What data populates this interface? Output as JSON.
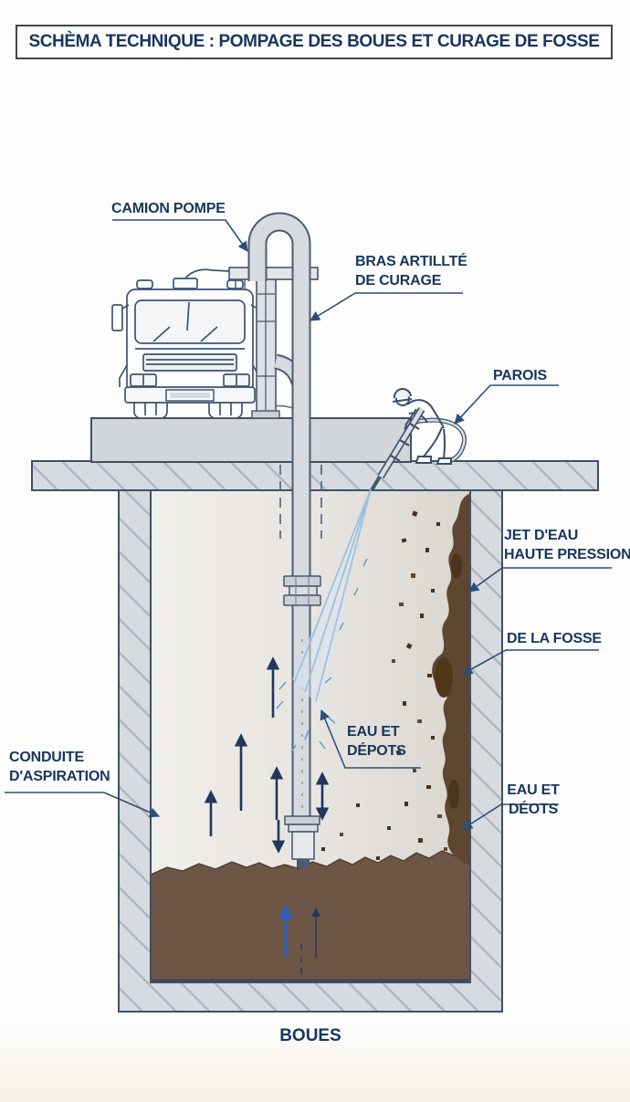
{
  "title": "SCHÈMA TECHNIQUE : POMPAGE DES BOUES ET CURAGE DE FOSSE",
  "labels": {
    "camion_pompe": {
      "lines": [
        "CAMION POMPE"
      ]
    },
    "bras_curage": {
      "lines": [
        "BRAS ARTILLTÉ",
        "DE CURAGE"
      ]
    },
    "parois": {
      "lines": [
        "PAROIS"
      ]
    },
    "jet_eau": {
      "lines": [
        "JET D'EAU",
        "HAUTE PRESSION"
      ]
    },
    "de_la_fosse": {
      "lines": [
        "DE LA FOSSE"
      ]
    },
    "eau_depots": {
      "lines": [
        "EAU ET",
        "DÉPOTS"
      ]
    },
    "conduite_aspiration": {
      "lines": [
        "CONDUITE",
        "D'ASPIRATION"
      ]
    },
    "eau_deots": {
      "lines": [
        "EAU ET",
        "DÉOTS"
      ]
    },
    "boues": {
      "lines": [
        "BOUES"
      ]
    }
  },
  "colors": {
    "navy": "#17365d",
    "leader": "#2b4e78",
    "arrow": "#21375d",
    "sludge": "#6d5645",
    "deposit": "#5e4630",
    "concrete": "#d7dade",
    "pipe_fill": "#d7dade",
    "pipe_edge": "#4a5c72",
    "spray": "#9dbeda",
    "blue_arrow": "#2e5fc0"
  }
}
